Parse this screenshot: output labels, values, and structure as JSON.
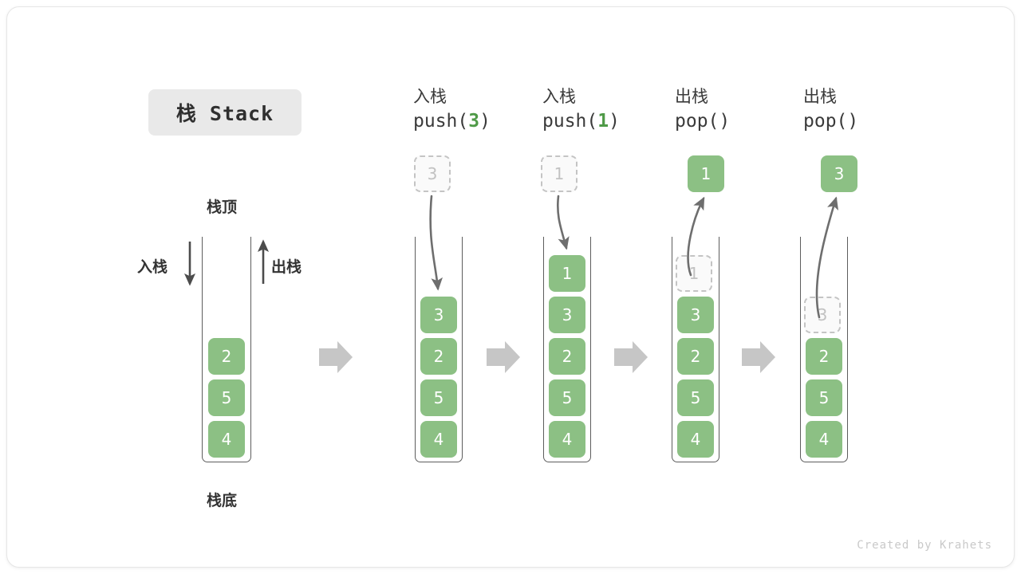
{
  "title": {
    "label": "栈 Stack"
  },
  "credit": "Created by Krahets",
  "colors": {
    "cell_fill": "#8cc084",
    "cell_text": "#ffffff",
    "ghost_fill": "#fafafa",
    "ghost_text": "#c2c2c2",
    "ghost_border": "#c4c4c4",
    "accent_green": "#4f9a47",
    "container_border": "#5d5d5d",
    "block_arrow": "#c6c6c6",
    "curve_arrow": "#6e6e6e",
    "title_chip_bg": "#e9e9e9",
    "credit_text": "#c9c9c9"
  },
  "base_stack": {
    "top_label": "栈顶",
    "bottom_label": "栈底",
    "push_label": "入栈",
    "pop_label": "出栈",
    "cells": [
      "2",
      "5",
      "4"
    ]
  },
  "steps": [
    {
      "id": "push-3",
      "op_cn": "入栈",
      "op_code_prefix": "push(",
      "op_code_arg": "3",
      "op_code_suffix": ")",
      "floating": {
        "value": "3",
        "style": "ghost"
      },
      "arrow_dir": "down",
      "cells": [
        {
          "value": "3",
          "style": "solid"
        },
        {
          "value": "2",
          "style": "solid"
        },
        {
          "value": "5",
          "style": "solid"
        },
        {
          "value": "4",
          "style": "solid"
        }
      ]
    },
    {
      "id": "push-1",
      "op_cn": "入栈",
      "op_code_prefix": "push(",
      "op_code_arg": "1",
      "op_code_suffix": ")",
      "floating": {
        "value": "1",
        "style": "ghost"
      },
      "arrow_dir": "down",
      "cells": [
        {
          "value": "1",
          "style": "solid"
        },
        {
          "value": "3",
          "style": "solid"
        },
        {
          "value": "2",
          "style": "solid"
        },
        {
          "value": "5",
          "style": "solid"
        },
        {
          "value": "4",
          "style": "solid"
        }
      ]
    },
    {
      "id": "pop-1",
      "op_cn": "出栈",
      "op_code_prefix": "pop(",
      "op_code_arg": "",
      "op_code_suffix": ")",
      "floating": {
        "value": "1",
        "style": "solid"
      },
      "arrow_dir": "up",
      "cells": [
        {
          "value": "1",
          "style": "ghost"
        },
        {
          "value": "3",
          "style": "solid"
        },
        {
          "value": "2",
          "style": "solid"
        },
        {
          "value": "5",
          "style": "solid"
        },
        {
          "value": "4",
          "style": "solid"
        }
      ]
    },
    {
      "id": "pop-3",
      "op_cn": "出栈",
      "op_code_prefix": "pop(",
      "op_code_arg": "",
      "op_code_suffix": ")",
      "floating": {
        "value": "3",
        "style": "solid"
      },
      "arrow_dir": "up",
      "cells": [
        {
          "value": "3",
          "style": "ghost"
        },
        {
          "value": "2",
          "style": "solid"
        },
        {
          "value": "5",
          "style": "solid"
        },
        {
          "value": "4",
          "style": "solid"
        }
      ]
    }
  ]
}
